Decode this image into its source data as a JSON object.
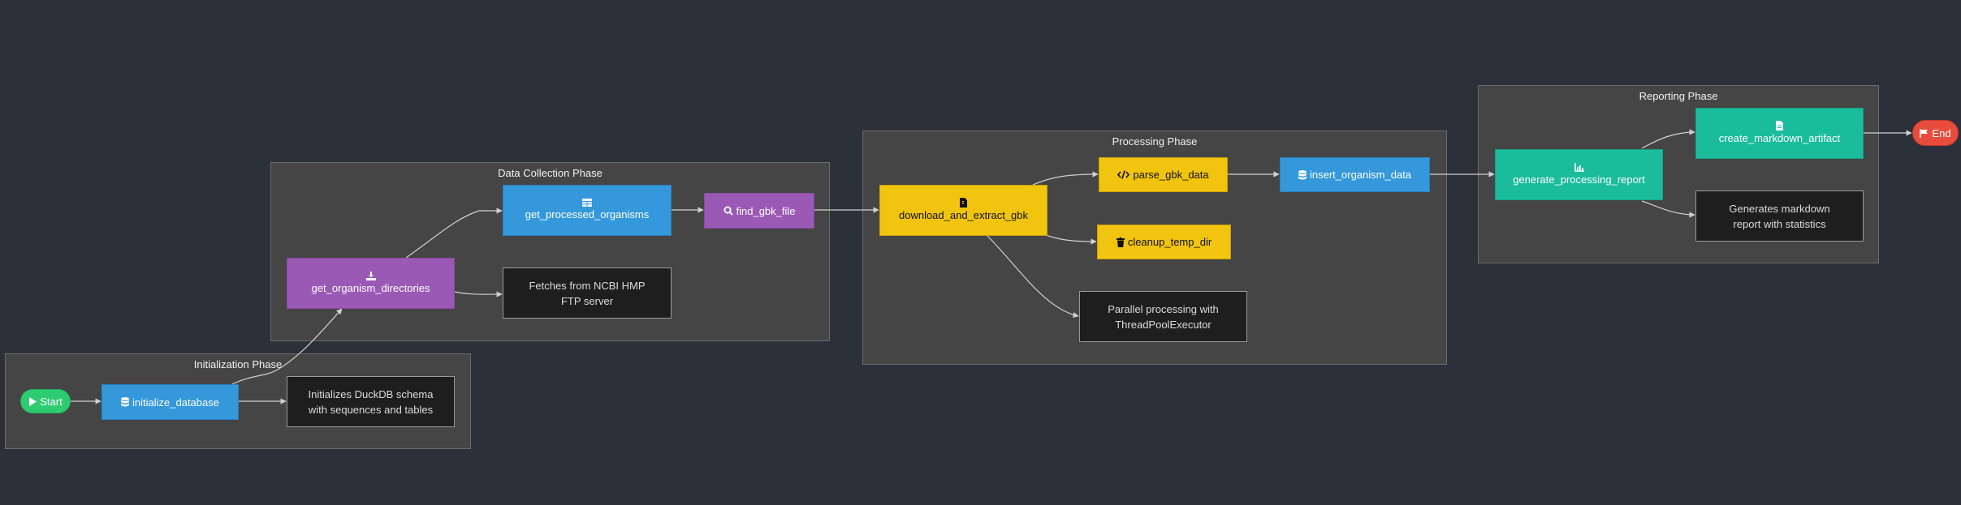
{
  "phases": {
    "initialization": "Initialization Phase",
    "data_collection": "Data Collection Phase",
    "processing": "Processing Phase",
    "reporting": "Reporting Phase"
  },
  "nodes": {
    "start": "Start",
    "initialize_database": "initialize_database",
    "init_note_line1": "Initializes DuckDB schema",
    "init_note_line2": "with sequences and tables",
    "get_organism_directories": "get_organism_directories",
    "get_processed_organisms": "get_processed_organisms",
    "find_gbk_file": "find_gbk_file",
    "fetch_note_line1": "Fetches from NCBI HMP",
    "fetch_note_line2": "FTP server",
    "download_and_extract_gbk": "download_and_extract_gbk",
    "parse_gbk_data": "parse_gbk_data",
    "cleanup_temp_dir": "cleanup_temp_dir",
    "insert_organism_data": "insert_organism_data",
    "parallel_note_line1": "Parallel processing with",
    "parallel_note_line2": "ThreadPoolExecutor",
    "generate_processing_report": "generate_processing_report",
    "create_markdown_artifact": "create_markdown_artifact",
    "report_note_line1": "Generates markdown",
    "report_note_line2": "report with statistics",
    "end": "End"
  },
  "icons": {
    "start": "play-icon",
    "initialize_database": "database-icon",
    "get_organism_directories": "download-icon",
    "get_processed_organisms": "table-icon",
    "find_gbk_file": "search-icon",
    "download_and_extract_gbk": "file-zipper-icon",
    "parse_gbk_data": "code-icon",
    "cleanup_temp_dir": "trash-icon",
    "insert_organism_data": "database-icon",
    "generate_processing_report": "chart-icon",
    "create_markdown_artifact": "file-icon",
    "end": "flag-icon"
  },
  "colors": {
    "background": "#2b303b",
    "phase_fill": "#454545",
    "blue": "#3498db",
    "purple": "#9b59b6",
    "yellow": "#f1c40f",
    "teal": "#1abc9c",
    "start": "#2ecc71",
    "end": "#e74c3c",
    "note": "#1e1e1e",
    "edge": "#d0d0d0"
  }
}
